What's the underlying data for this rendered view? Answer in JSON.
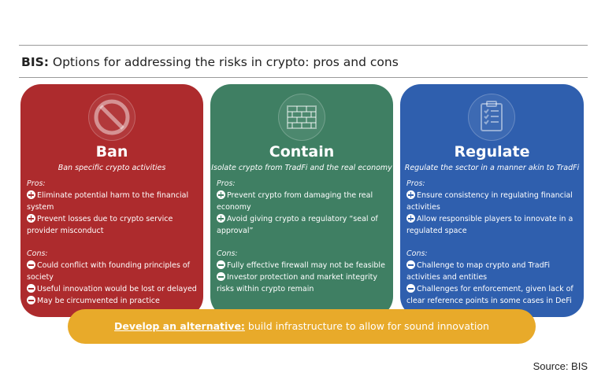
{
  "title": {
    "prefix": "BIS:",
    "text": "Options for addressing the risks in crypto: pros and cons"
  },
  "cards": [
    {
      "id": "ban",
      "color": "#ad2b2d",
      "icon": "no-entry-icon",
      "title": "Ban",
      "subtitle": "Ban specific crypto activities",
      "pros_label": "Pros:",
      "pros": [
        "Eliminate potential harm to the financial system",
        "Prevent losses due to crypto service provider misconduct"
      ],
      "cons_label": "Cons:",
      "cons": [
        "Could conflict with founding principles of society",
        "Useful innovation would be lost or delayed",
        "May be circumvented in practice"
      ]
    },
    {
      "id": "contain",
      "color": "#3f7f63",
      "icon": "brick-wall-icon",
      "title": "Contain",
      "subtitle": "Isolate crypto from TradFi and the real economy",
      "pros_label": "Pros:",
      "pros": [
        "Prevent crypto from damaging the real economy",
        "Avoid giving crypto a regulatory “seal of approval”"
      ],
      "cons_label": "Cons:",
      "cons": [
        "Fully effective firewall may not be feasible",
        "Investor protection and market integrity risks within crypto remain"
      ]
    },
    {
      "id": "regulate",
      "color": "#2f5fae",
      "icon": "clipboard-checklist-icon",
      "title": "Regulate",
      "subtitle": "Regulate the sector in a manner akin to TradFi",
      "pros_label": "Pros:",
      "pros": [
        "Ensure consistency in regulating financial activities",
        "Allow responsible players to innovate in a regulated space"
      ],
      "cons_label": "Cons:",
      "cons": [
        "Challenge to map crypto and TradFi activities and entities",
        "Challenges for enforcement, given lack of clear reference points in some cases in DeFi"
      ]
    }
  ],
  "banner": {
    "lead": "Develop an alternative:",
    "text": "build infrastructure to allow for sound innovation",
    "color": "#e8aa2a"
  },
  "source": "Source: BIS"
}
